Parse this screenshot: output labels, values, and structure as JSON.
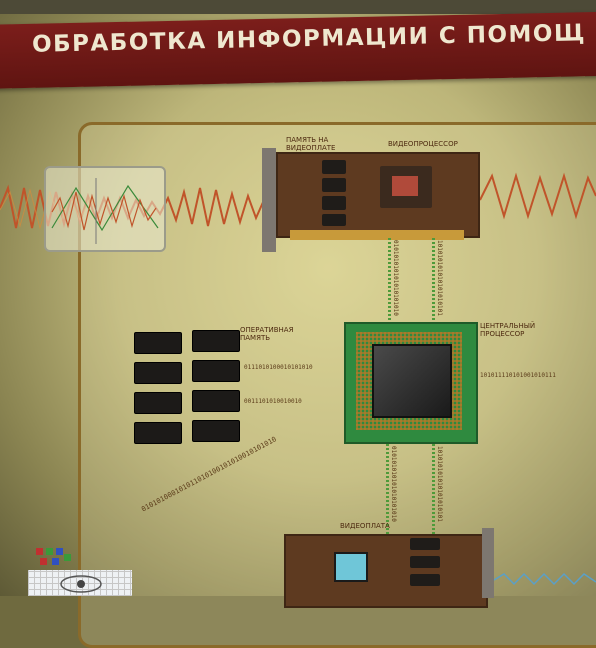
{
  "poster": {
    "title": "ОБРАБОТКА ИНФОРМАЦИИ С ПОМОЩ",
    "labels": {
      "card_memory": "ПАМЯТЬ НА ВИДЕОПЛАТЕ",
      "card_processor": "ВИДЕОПРОЦЕССОР",
      "ram": "ОПЕРАТИВНАЯ ПАМЯТЬ",
      "cpu": "ЦЕНТРАЛЬНЫЙ ПРОЦЕССОР",
      "bottom_card": "ВИДЕОПЛАТА"
    },
    "binary": {
      "ram_row1": "0111010100010101010",
      "ram_row2": "0011101010010010",
      "cpu_right": "101011110101001010111",
      "diagonal": "010101000101011010100101010010101010",
      "vertical_left": "010101010101010101010",
      "vertical_right": "101010101010101010101"
    },
    "colors": {
      "banner": "#7c1e1b",
      "board": "#5e3a20",
      "cpu_board": "#2f8a3f",
      "wave": "#c0542a"
    }
  }
}
